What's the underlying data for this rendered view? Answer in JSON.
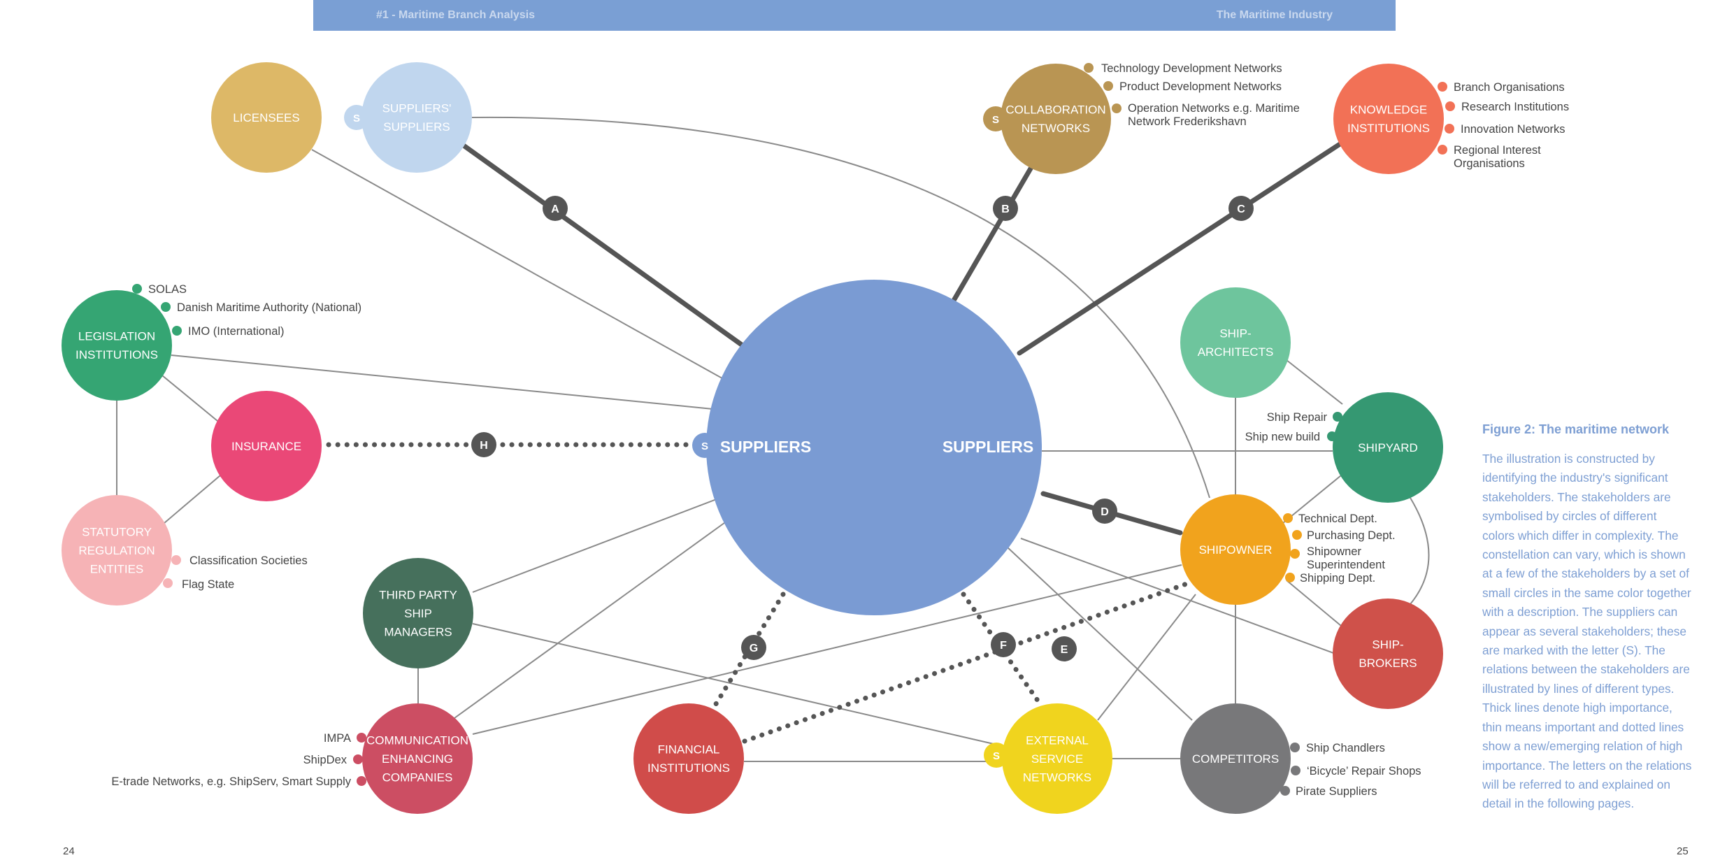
{
  "header": {
    "left_text": "#1 - Maritime Branch Analysis",
    "right_text": "The Maritime Industry"
  },
  "colors": {
    "header_bar": "#7a9fd4",
    "suppliers": "#7a9bd3",
    "suppliers_suppliers": "#c0d6ee",
    "licensees": "#ddb867",
    "collaboration": "#b99553",
    "knowledge": "#f27156",
    "legislation": "#35a573",
    "insurance": "#ea4877",
    "statutory": "#f6b3b6",
    "ship_architects": "#6ec59d",
    "shipyard": "#359872",
    "shipowner": "#f1a31d",
    "shipbrokers": "#cf514a",
    "third_party": "#46705c",
    "communication": "#cc4e63",
    "financial": "#d04c4a",
    "external_service": "#f0d41e",
    "competitors": "#78787a",
    "relation_badge": "#555555",
    "caption_text": "#7e9fd3"
  },
  "nodes": {
    "licensees": [
      "LICENSEES"
    ],
    "suppliers_suppliers": [
      "SUPPLIERS'",
      "SUPPLIERS"
    ],
    "collaboration": [
      "COLLABORATION",
      "NETWORKS"
    ],
    "knowledge": [
      "KNOWLEDGE",
      "INSTITUTIONS"
    ],
    "legislation": [
      "LEGISLATION",
      "INSTITUTIONS"
    ],
    "insurance": [
      "INSURANCE"
    ],
    "statutory": [
      "STATUTORY",
      "REGULATION",
      "ENTITIES"
    ],
    "ship_architects": [
      "SHIP-",
      "ARCHITECTS"
    ],
    "shipyard": [
      "SHIPYARD"
    ],
    "shipowner": [
      "SHIPOWNER"
    ],
    "shipbrokers": [
      "SHIP-",
      "BROKERS"
    ],
    "third_party": [
      "THIRD PARTY",
      "SHIP",
      "MANAGERS"
    ],
    "communication": [
      "COMMUNICATION",
      "ENHANCING",
      "COMPANIES"
    ],
    "financial": [
      "FINANCIAL",
      "INSTITUTIONS"
    ],
    "external_service": [
      "EXTERNAL",
      "SERVICE",
      "NETWORKS"
    ],
    "competitors": [
      "COMPETITORS"
    ],
    "suppliers_left": "SUPPLIERS",
    "suppliers_right": "SUPPLIERS",
    "supplier_marker": "S"
  },
  "relations": [
    "A",
    "B",
    "C",
    "D",
    "E",
    "F",
    "G",
    "H"
  ],
  "details": {
    "collaboration": [
      "Technology Development Networks",
      "Product Development Networks",
      "Operation Networks e.g. Maritime",
      "Network Frederikshavn"
    ],
    "knowledge": [
      "Branch Organisations",
      "Research Institutions",
      "Innovation Networks",
      "Regional Interest",
      "Organisations"
    ],
    "legislation": [
      "SOLAS",
      "Danish Maritime Authority (National)",
      "IMO (International)"
    ],
    "statutory": [
      "Classification Societies",
      "Flag State"
    ],
    "shipyard": [
      "Ship Repair",
      "Ship new build"
    ],
    "shipowner": [
      "Technical Dept.",
      "Purchasing Dept.",
      "Shipowner",
      "Superintendent",
      "Shipping Dept."
    ],
    "communication": [
      "IMPA",
      "ShipDex",
      "E-trade Networks, e.g.  ShipServ, Smart Supply"
    ],
    "competitors": [
      "Ship Chandlers",
      "‘Bicycle’ Repair Shops",
      "Pirate Suppliers"
    ]
  },
  "caption": {
    "title": "Figure 2: The maritime network",
    "body": "The illustration is constructed by identifying the industry's significant stakeholders. The stakeholders are symbolised by circles of different colors which differ in complexity. The constellation can vary, which is shown at a few of the stakeholders by a set of small circles in the same color together with a description. The suppliers can appear as several stakeholders; these are marked with the letter (S). The relations between the stakeholders are illustrated by lines of different types. Thick lines denote high importance, thin means important and dotted lines show a new/emerging relation of high importance. The letters on the relations will be referred to and explained on detail in the following pages."
  },
  "page_numbers": {
    "left": "24",
    "right": "25"
  }
}
